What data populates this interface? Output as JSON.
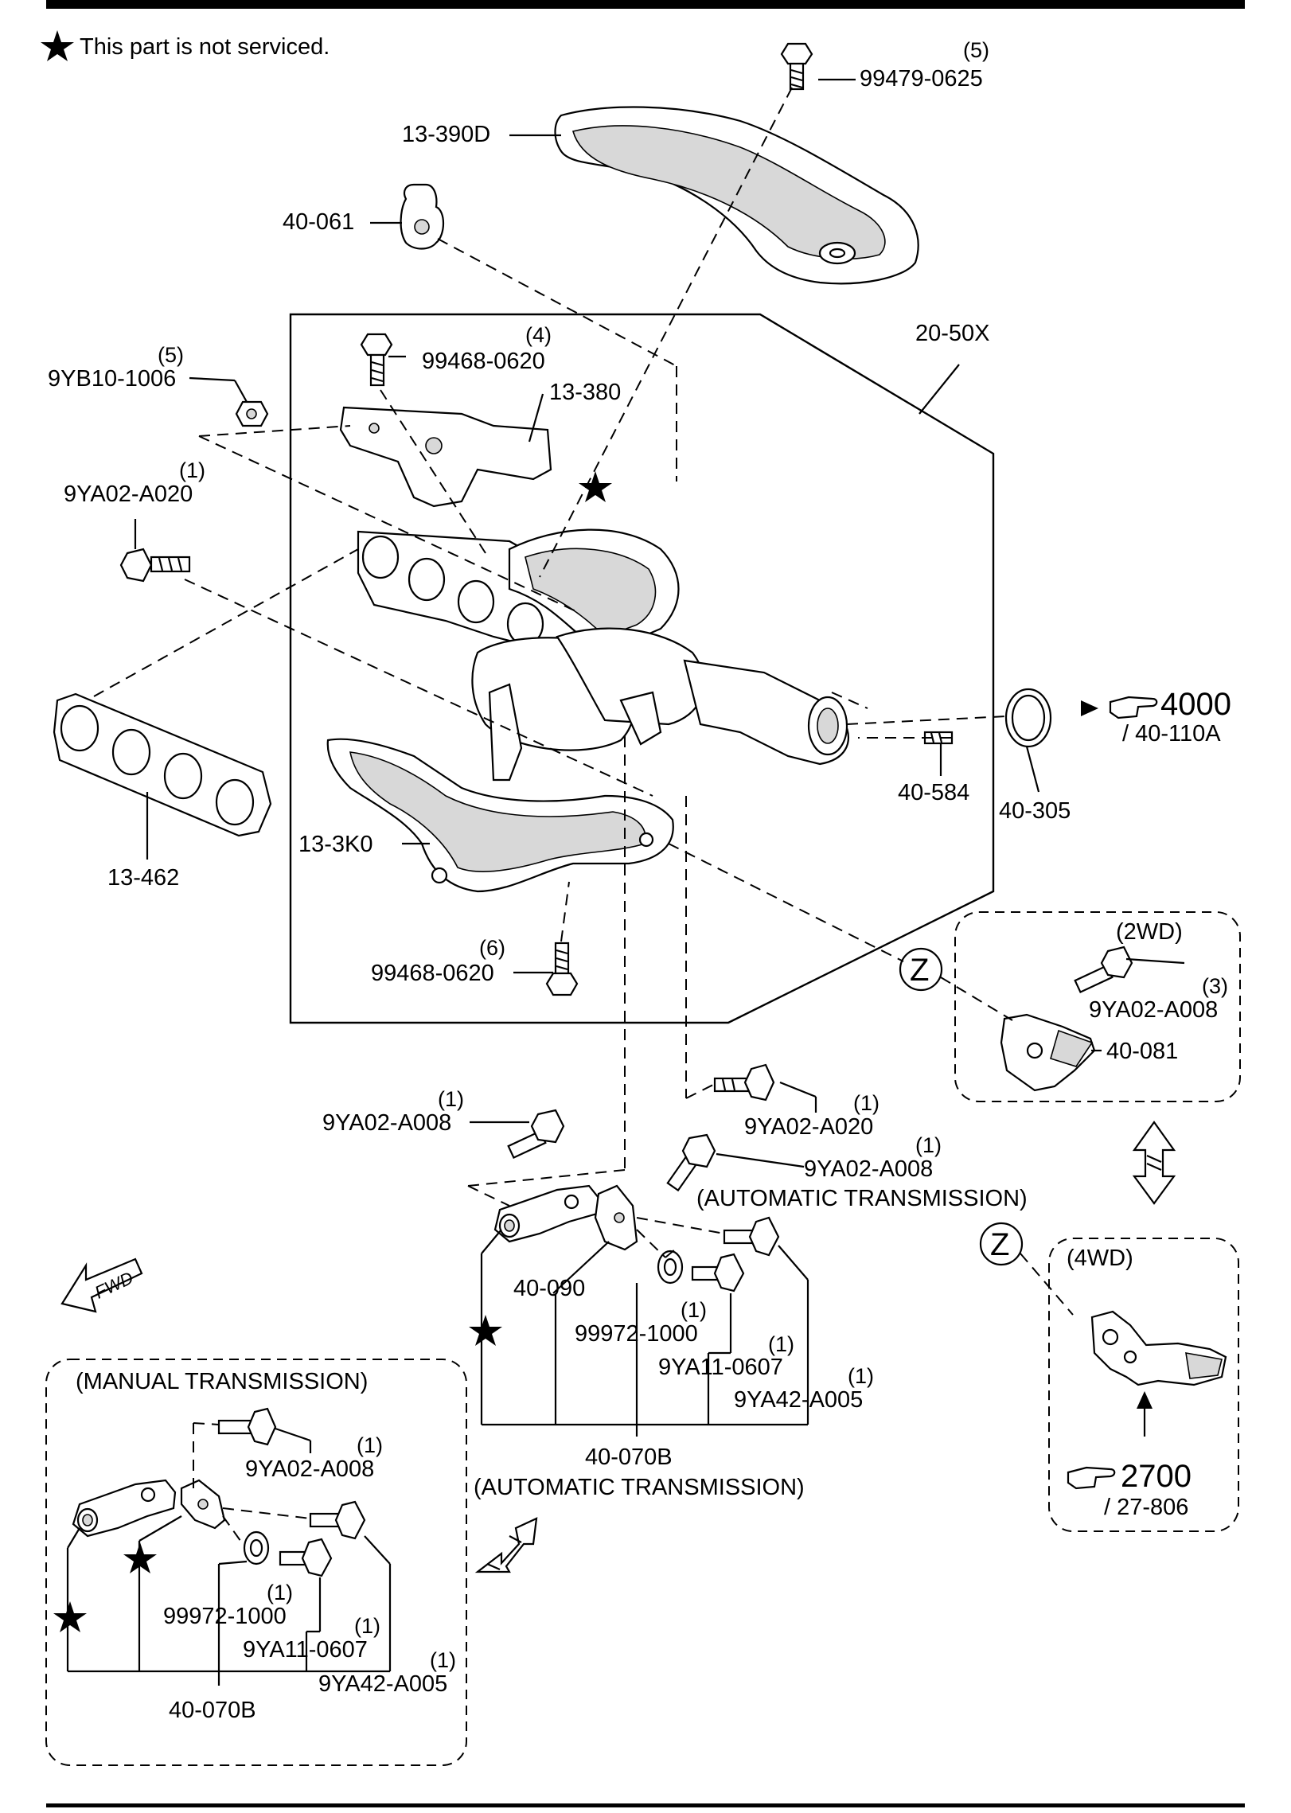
{
  "note": {
    "text": "This part is not serviced."
  },
  "labels": {
    "p_13_390D": "13-390D",
    "p_40_061": "40-061",
    "p_99479_0625": "99479-0625",
    "q_99479_0625": "(5)",
    "p_20_50X": "20-50X",
    "p_99468_0620_top": "99468-0620",
    "q_99468_0620_top": "(4)",
    "p_13_380": "13-380",
    "p_9YB10_1006": "9YB10-1006",
    "q_9YB10_1006": "(5)",
    "p_9YA02_A020_left": "9YA02-A020",
    "q_9YA02_A020_left": "(1)",
    "p_13_462": "13-462",
    "p_13_3K0": "13-3K0",
    "p_99468_0620_bottom": "99468-0620",
    "q_99468_0620_bottom": "(6)",
    "p_40_584": "40-584",
    "p_40_305": "40-305",
    "ref_4000": "4000",
    "ref_40_110A": "/ 40-110A",
    "z_marker": "Z",
    "wd2": "(2WD)",
    "p_9YA02_A008_2wd": "9YA02-A008",
    "q_9YA02_A008_2wd": "(3)",
    "p_40_081": "40-081",
    "p_9YA02_A008_mid": "9YA02-A008",
    "q_9YA02_A008_mid": "(1)",
    "p_9YA02_A020_mid": "9YA02-A020",
    "q_9YA02_A020_mid": "(1)",
    "p_9YA02_A008_right": "9YA02-A008",
    "q_9YA02_A008_right": "(1)",
    "at_label_top": "(AUTOMATIC TRANSMISSION)",
    "p_40_090": "40-090",
    "p_99972_1000_at": "99972-1000",
    "q_99972_1000_at": "(1)",
    "p_9YA11_0607_at": "9YA11-0607",
    "q_9YA11_0607_at": "(1)",
    "p_9YA42_A005_at": "9YA42-A005",
    "q_9YA42_A005_at": "(1)",
    "p_40_070B_at": "40-070B",
    "at_label_bottom": "(AUTOMATIC TRANSMISSION)",
    "wd4": "(4WD)",
    "ref_2700": "2700",
    "ref_27_806": "/ 27-806",
    "fwd": "FWD",
    "mt_label": "(MANUAL TRANSMISSION)",
    "p_9YA02_A008_mt": "9YA02-A008",
    "q_9YA02_A008_mt": "(1)",
    "p_99972_1000_mt": "99972-1000",
    "q_99972_1000_mt": "(1)",
    "p_9YA11_0607_mt": "9YA11-0607",
    "q_9YA11_0607_mt": "(1)",
    "p_9YA42_A005_mt": "9YA42-A005",
    "q_9YA42_A005_mt": "(1)",
    "p_40_070B_mt": "40-070B"
  }
}
